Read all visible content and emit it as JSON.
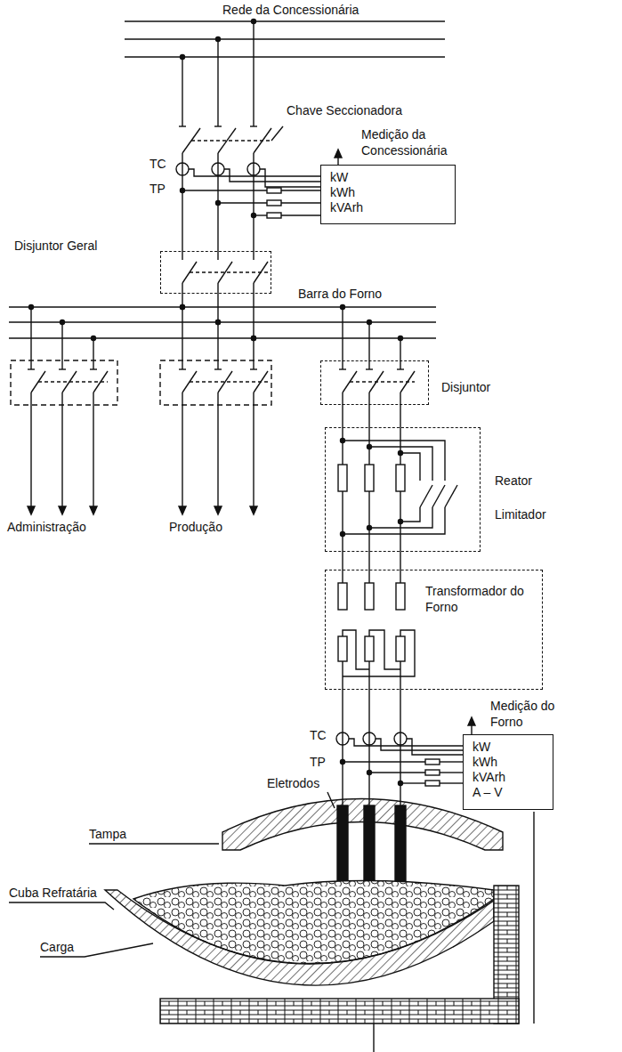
{
  "diagram": {
    "nodes": [
      {
        "text": [
          "Medição da Concessionária",
          "kW",
          "kWh",
          "kVArh"
        ]
      },
      {
        "text": [
          "Disjuntor Geral"
        ]
      },
      {
        "text": [
          "Disjuntor"
        ]
      },
      {
        "text": [
          "Reator Limitador"
        ]
      },
      {
        "text": [
          "Transformador do Forno"
        ]
      },
      {
        "text": [
          "Medição do Forno",
          "kW",
          "kWh",
          "kVArh",
          "A – V"
        ]
      }
    ],
    "edges": [
      {
        "from": 2,
        "to": 3,
        "arrow": "none"
      },
      {
        "from": 3,
        "to": 4,
        "arrow": "none"
      }
    ],
    "labels": [
      "Rede da Concessionária",
      "Chave Seccionadora",
      "TC",
      "TP",
      "Barra do Forno",
      "Administração",
      "Produção",
      "TC",
      "TP",
      "Eletrodos",
      "Tampa",
      "Cuba Refratária",
      "Carga"
    ]
  }
}
